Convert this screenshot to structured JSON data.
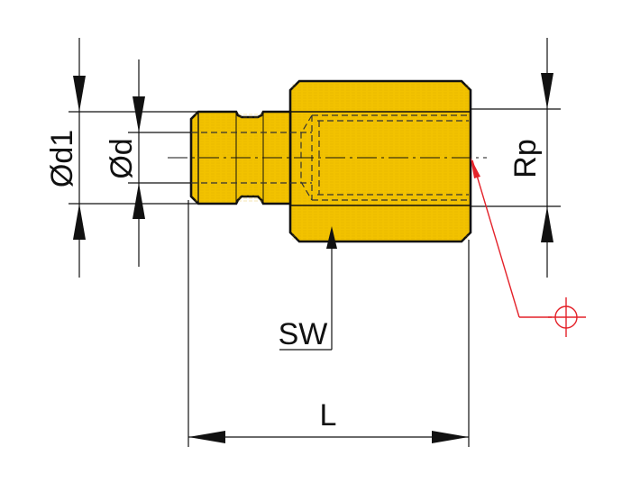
{
  "labels": {
    "outer_diameter": "Ød1",
    "inner_diameter": "Ød",
    "thread": "Rp",
    "wrench_size": "SW",
    "length": "L"
  },
  "colors": {
    "body": "#f2c200",
    "outline": "#111111",
    "leader_symbol": "#e4222a"
  },
  "symbols": [
    "position-tolerance-symbol"
  ]
}
